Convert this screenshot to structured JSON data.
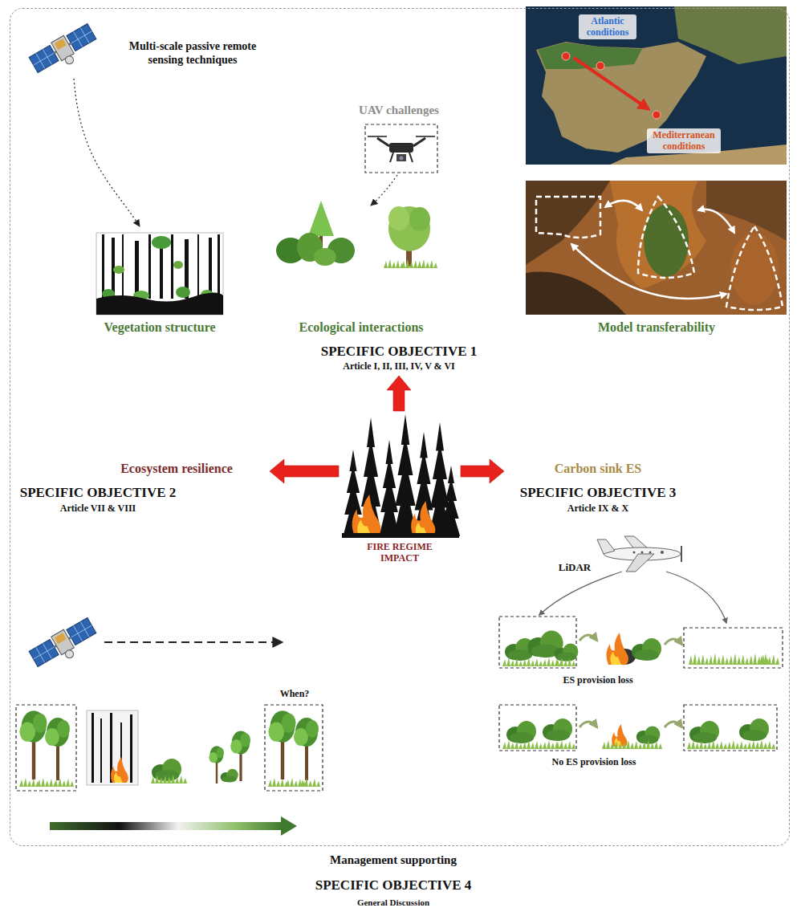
{
  "diagram": {
    "nodes": [
      {
        "text": [
          "Management supporting",
          "SPECIFIC OBJECTIVE 4",
          "General Discussion"
        ]
      },
      {
        "text": [
          "UAV challenges"
        ],
        "in": 0
      },
      {
        "text": [
          "SPECIFIC OBJECTIVE 1",
          "Article I, II, III, IV, V & VI"
        ],
        "in": 0
      },
      {
        "text": [
          "Ecosystem resilience",
          "SPECIFIC OBJECTIVE 2",
          "Article VII & VIII"
        ],
        "in": 0
      },
      {
        "text": [
          "FIRE REGIME IMPACT"
        ],
        "in": 0
      },
      {
        "text": [
          "Carbon sink ES",
          "SPECIFIC OBJECTIVE 3",
          "Article IX & X"
        ],
        "in": 0
      }
    ],
    "edges": [
      {
        "from": 4,
        "to": 2,
        "arrow": "to"
      },
      {
        "from": 4,
        "to": 3,
        "arrow": "to"
      },
      {
        "from": 4,
        "to": 5,
        "arrow": "to"
      }
    ],
    "labels": [
      "Multi-scale passive remote sensing techniques",
      "Atlantic conditions",
      "Mediterranean conditions",
      "Vegetation structure",
      "Ecological interactions",
      "Model transferability",
      "LiDAR",
      "ES provision loss",
      "When?",
      "No ES provision loss"
    ]
  }
}
